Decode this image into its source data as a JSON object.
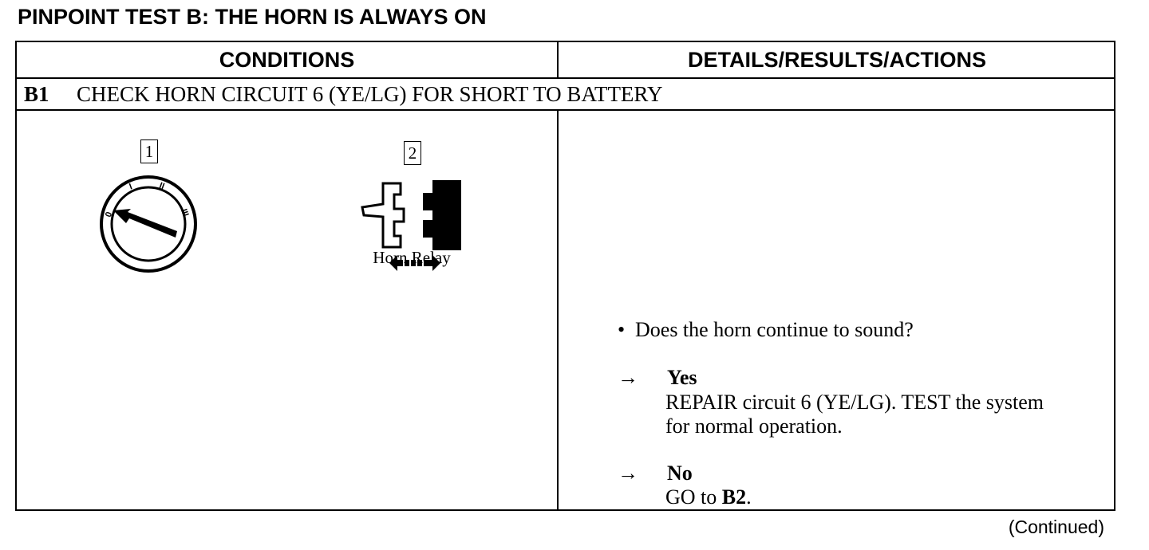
{
  "title": "PINPOINT TEST B:  THE HORN IS ALWAYS ON",
  "table": {
    "header_conditions": "CONDITIONS",
    "header_details": "DETAILS/RESULTS/ACTIONS"
  },
  "step": {
    "id": "B1",
    "text": "CHECK HORN CIRCUIT 6 (YE/LG) FOR SHORT TO BATTERY"
  },
  "figures": {
    "callout_1": "1",
    "callout_2": "2",
    "ignition_marks": [
      "0",
      "I",
      "II",
      "III"
    ],
    "relay_label": "Horn Relay"
  },
  "details": {
    "bullet": "•",
    "question": "Does the horn continue to sound?",
    "arrow": "→",
    "yes_label": "Yes",
    "yes_action_line1": "REPAIR circuit 6 (YE/LG). TEST the system",
    "yes_action_line2": "for normal operation.",
    "no_label": "No",
    "no_action_prefix": "GO to",
    "no_action_step": "B2",
    "no_action_suffix": "."
  },
  "footer": {
    "continued": "(Continued)"
  }
}
